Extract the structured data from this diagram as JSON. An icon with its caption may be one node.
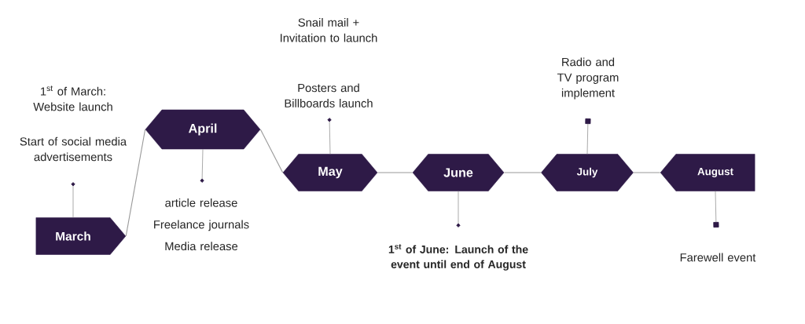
{
  "diagram": {
    "nodes": [
      {
        "text": [
          "March"
        ]
      },
      {
        "text": [
          "April"
        ]
      },
      {
        "text": [
          "May"
        ]
      },
      {
        "text": [
          "June"
        ]
      },
      {
        "text": [
          "July"
        ]
      },
      {
        "text": [
          "August"
        ]
      },
      {
        "text": [
          "Start of social media advertisements"
        ],
        "beside": [
          "1$^{st}$ of March: Website launch"
        ]
      },
      {
        "text": [
          "article release",
          "Freelance journals",
          "Media release"
        ]
      },
      {
        "text": [
          "Snail mail + Invitation to launch",
          "Posters and Billboards launch"
        ]
      },
      {
        "text": [
          "1$^{st}$ of June: Launch of the event until end of August"
        ]
      },
      {
        "text": [
          "Radio and TV program implement"
        ]
      },
      {
        "text": [
          "Farewell event"
        ]
      }
    ],
    "edges": [
      {
        "from": 0,
        "to": 1,
        "arrow": "none"
      },
      {
        "from": 1,
        "to": 2,
        "arrow": "none"
      },
      {
        "from": 2,
        "to": 3,
        "arrow": "none"
      },
      {
        "from": 3,
        "to": 4,
        "arrow": "none"
      },
      {
        "from": 4,
        "to": 5,
        "arrow": "none"
      },
      {
        "from": 6,
        "to": 0,
        "arrow": "other"
      },
      {
        "from": 7,
        "to": 1,
        "arrow": "other"
      },
      {
        "from": 8,
        "to": 2,
        "arrow": "other"
      },
      {
        "from": 9,
        "to": 3,
        "arrow": "other"
      },
      {
        "from": 10,
        "to": 4,
        "arrow": "other"
      },
      {
        "from": 11,
        "to": 5,
        "arrow": "other"
      }
    ]
  }
}
